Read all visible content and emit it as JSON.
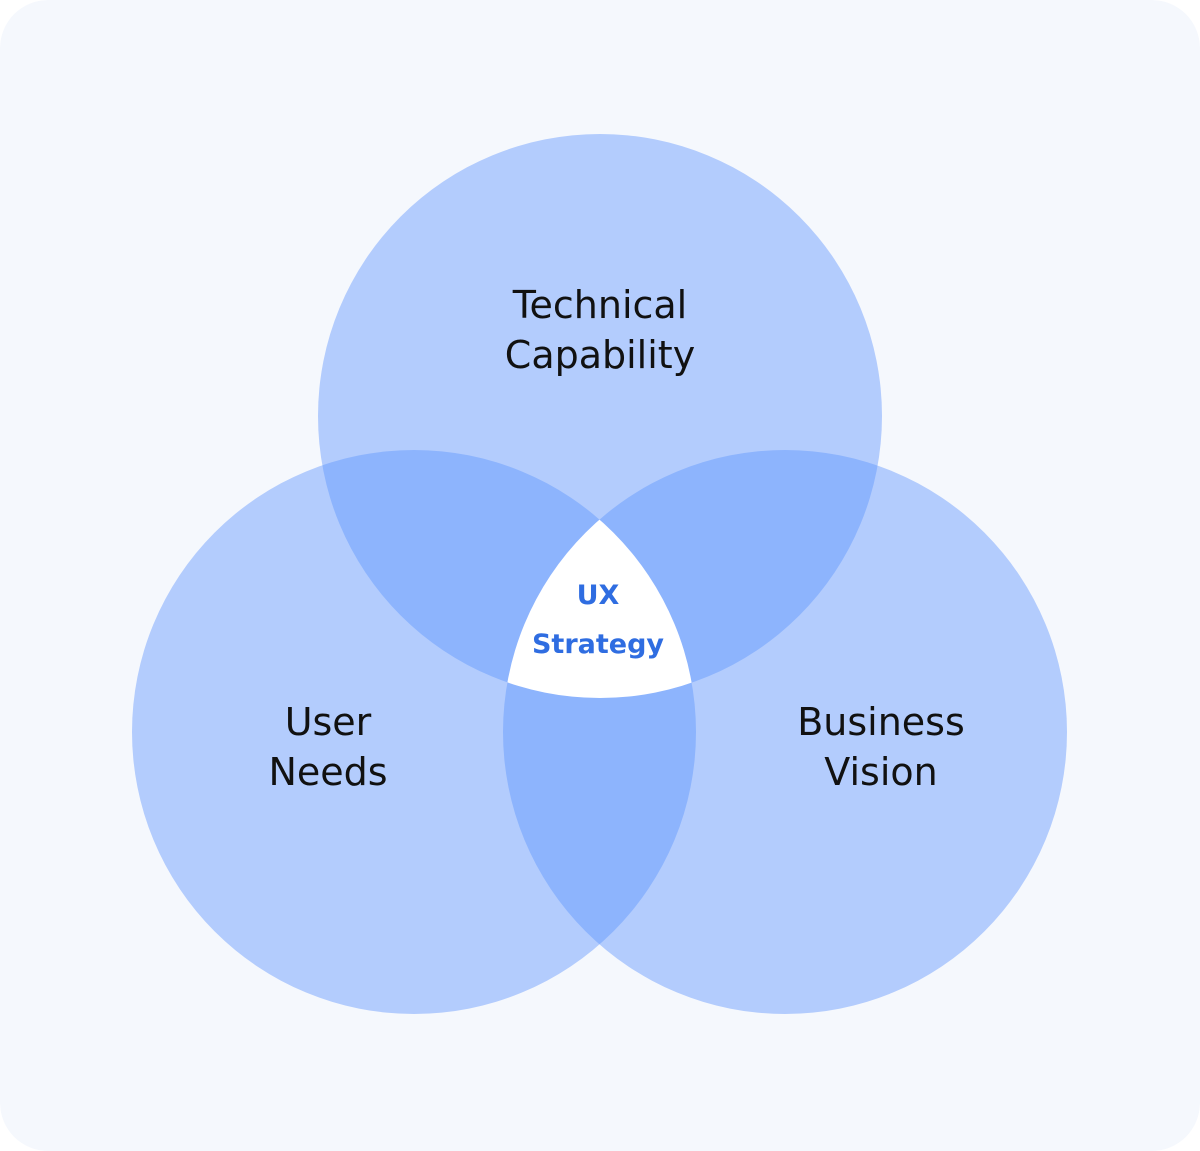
{
  "colors": {
    "background": "#f5f8fd",
    "circle_fill": "#b3ccfd",
    "pair_overlap_fill": "#8db4fd",
    "center_fill": "#ffffff",
    "label_text": "#111111",
    "center_text": "#2f6de1"
  },
  "diagram": {
    "top_circle": {
      "line1": "Technical",
      "line2": "Capability"
    },
    "left_circle": {
      "line1": "User",
      "line2": "Needs"
    },
    "right_circle": {
      "line1": "Business",
      "line2": "Vision"
    },
    "center": {
      "line1": "UX",
      "line2": "Strategy"
    }
  }
}
